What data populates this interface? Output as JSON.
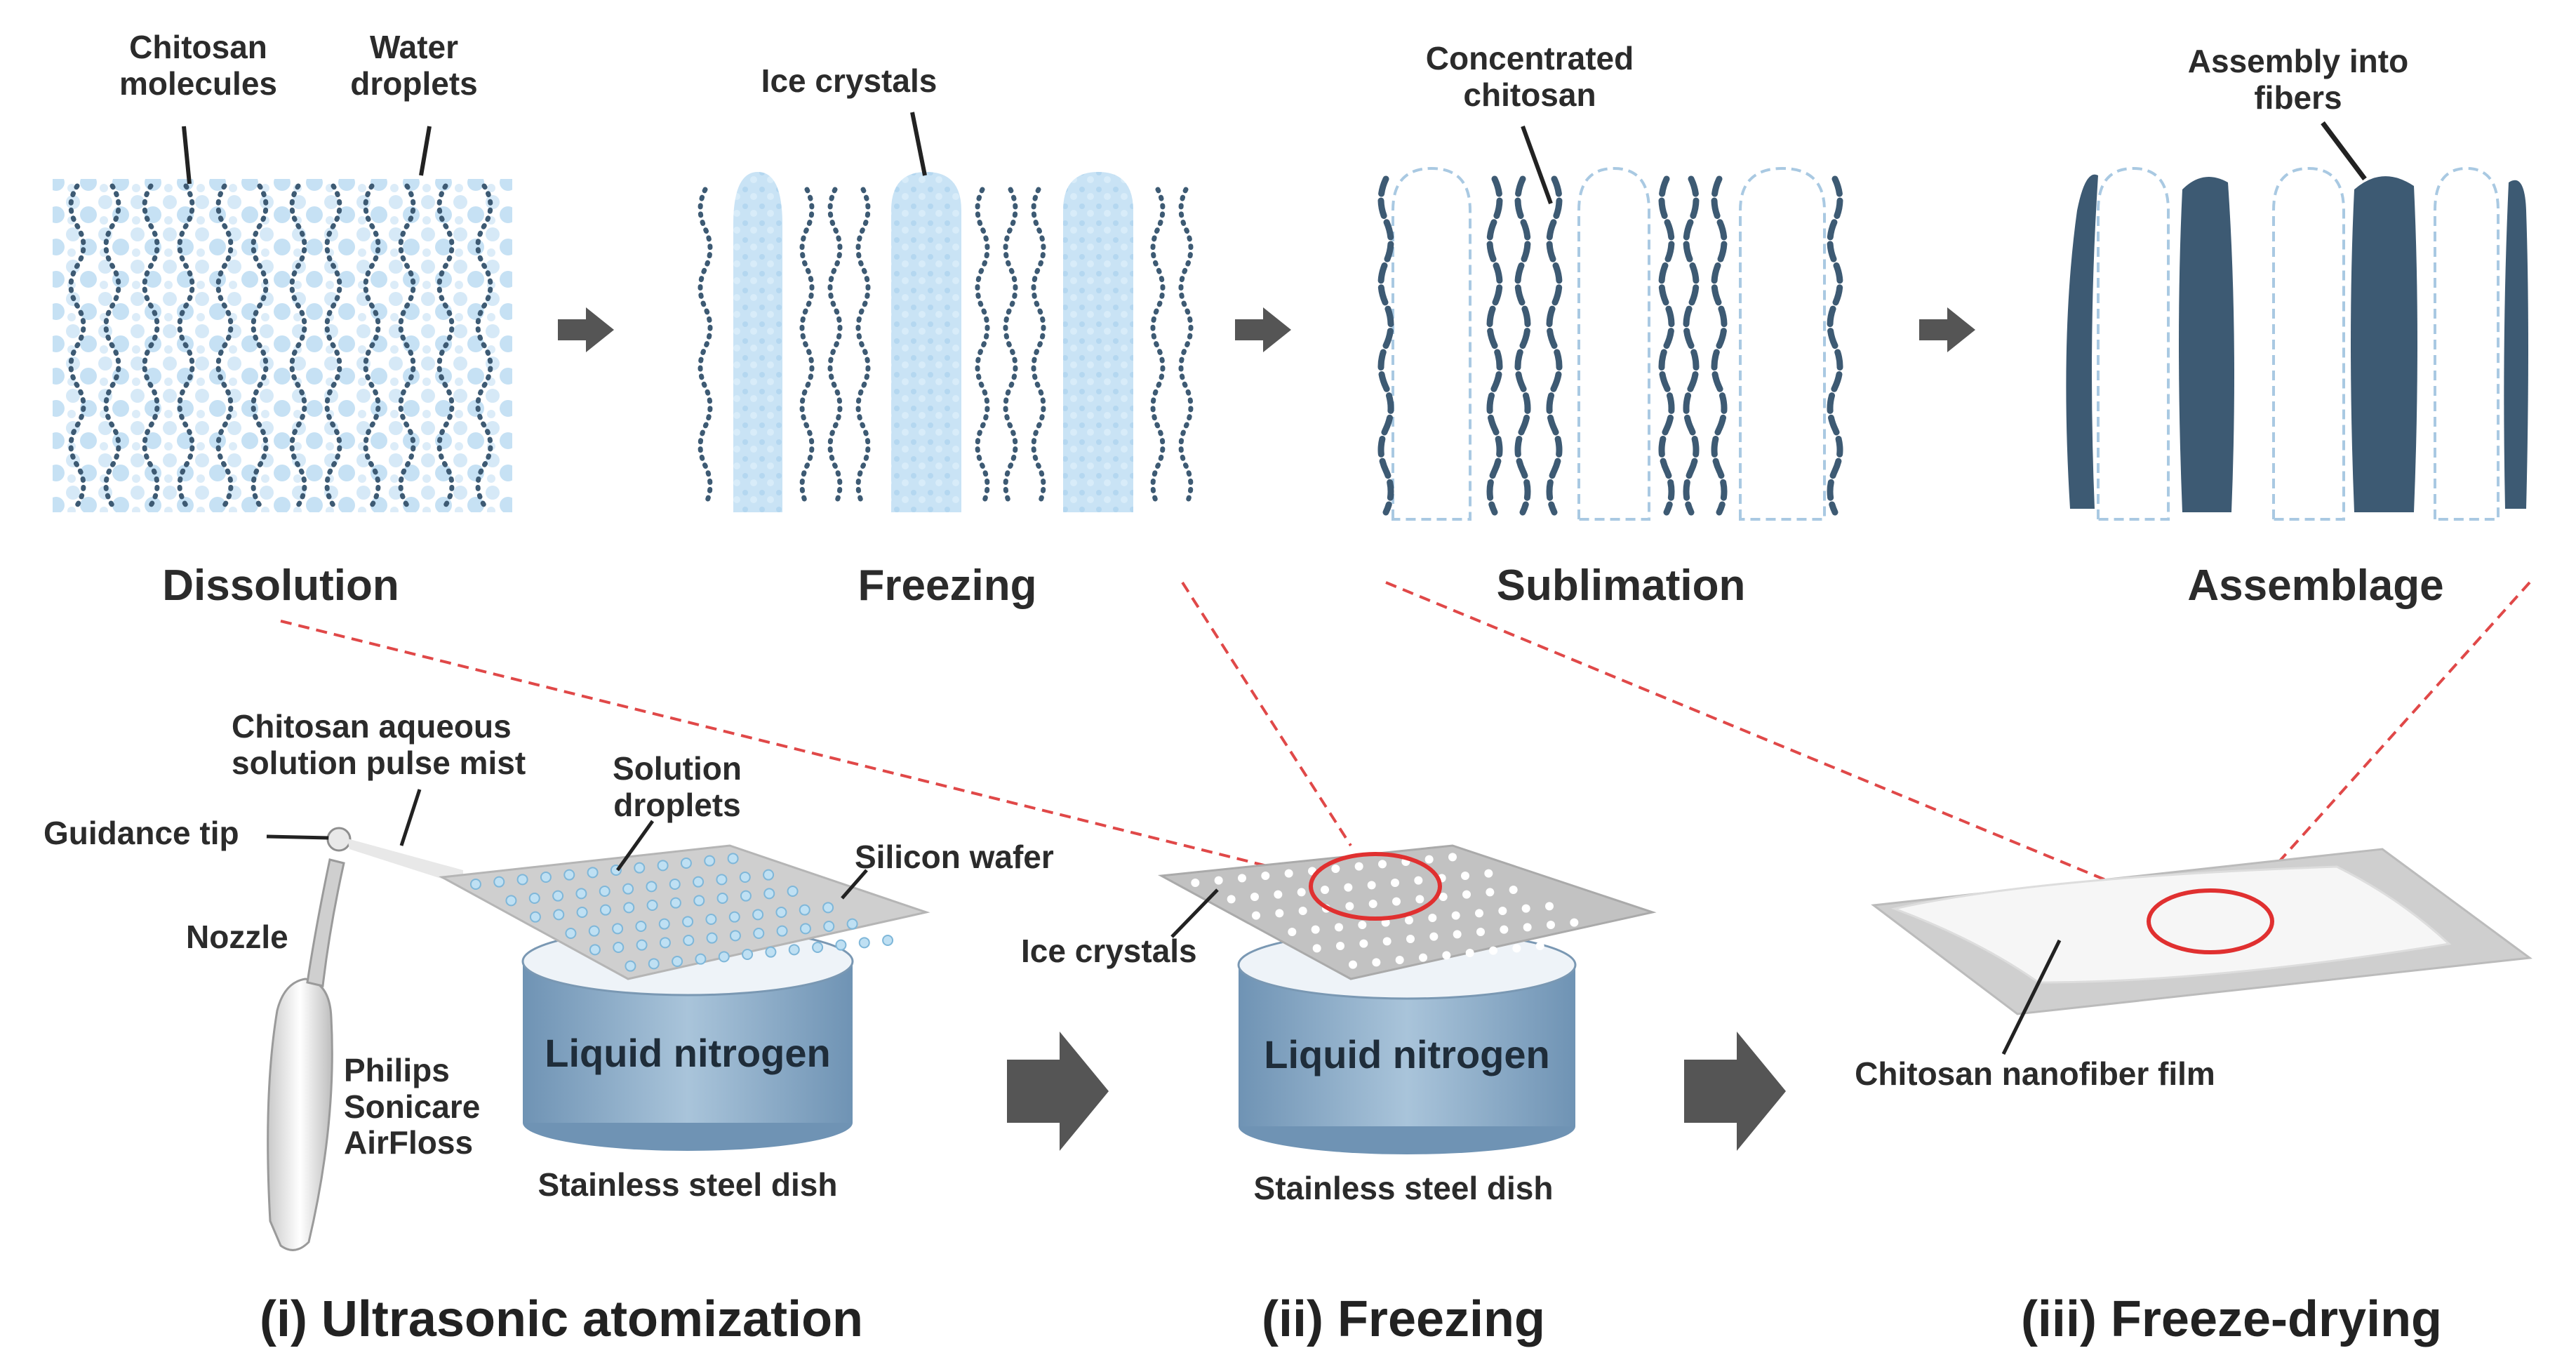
{
  "colors": {
    "droplet_blue": "#cfe6f6",
    "chitosan_dark": "#3d5a73",
    "nitrogen_blue": "#8fb0cc",
    "zoom_line": "#e04848",
    "arrow_gray": "#555555"
  },
  "top_panels": {
    "dissolution": {
      "stage": "Dissolution",
      "label_molecules": "Chitosan molecules",
      "label_water": "Water droplets"
    },
    "freezing": {
      "stage": "Freezing",
      "label_ice": "Ice crystals"
    },
    "sublimation": {
      "stage": "Sublimation",
      "label_concentrated": "Concentrated chitosan"
    },
    "assemblage": {
      "stage": "Assemblage",
      "label_assembly": "Assembly into fibers"
    }
  },
  "bottom_panels": {
    "atomization": {
      "label_mist": "Chitosan aqueous solution pulse mist",
      "label_guidance": "Guidance tip",
      "label_nozzle": "Nozzle",
      "label_device": "Philips Sonicare AirFloss",
      "label_droplets": "Solution droplets",
      "label_wafer": "Silicon wafer",
      "label_nitrogen": "Liquid nitrogen",
      "label_dish": "Stainless steel dish",
      "caption": "(i) Ultrasonic atomization"
    },
    "freezing": {
      "label_ice": "Ice crystals",
      "label_nitrogen": "Liquid nitrogen",
      "label_dish": "Stainless steel dish",
      "caption": "(ii) Freezing"
    },
    "freeze_drying": {
      "label_film": "Chitosan nanofiber film",
      "caption": "(iii) Freeze-drying"
    }
  }
}
